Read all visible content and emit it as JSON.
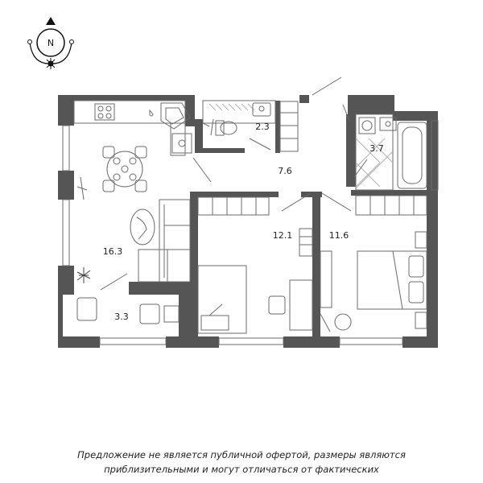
{
  "compass": {
    "north_letter": "N"
  },
  "rooms": [
    {
      "id": "kitchen-living",
      "area": "16.3"
    },
    {
      "id": "bathroom-small",
      "area": "2.3"
    },
    {
      "id": "hallway",
      "area": "7.6"
    },
    {
      "id": "bathroom",
      "area": "3.7"
    },
    {
      "id": "bedroom-child",
      "area": "12.1"
    },
    {
      "id": "bedroom-master",
      "area": "11.6"
    },
    {
      "id": "balcony",
      "area": "3.3"
    }
  ],
  "disclaimer": {
    "line1": "Предложение не является публичной офертой, размеры являются",
    "line2": "приблизительными и могут отличаться от фактических"
  },
  "colors": {
    "wall": "#555555",
    "line": "#6b6b6b",
    "tile": "#9a9a9a"
  }
}
